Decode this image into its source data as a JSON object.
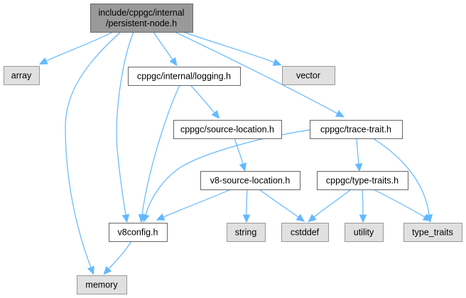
{
  "diagram": {
    "type": "include-dependency-graph",
    "root": "root",
    "nodes": {
      "root": {
        "label": [
          "include/cppgc/internal",
          "/persistent-node.h"
        ],
        "kind": "root"
      },
      "array": {
        "label": [
          "array"
        ],
        "kind": "system"
      },
      "logging": {
        "label": [
          "cppgc/internal/logging.h"
        ],
        "kind": "local"
      },
      "vector": {
        "label": [
          "vector"
        ],
        "kind": "system"
      },
      "source_location": {
        "label": [
          "cppgc/source-location.h"
        ],
        "kind": "local"
      },
      "trace_trait": {
        "label": [
          "cppgc/trace-trait.h"
        ],
        "kind": "local"
      },
      "v8_source_location": {
        "label": [
          "v8-source-location.h"
        ],
        "kind": "local"
      },
      "type_traits_h": {
        "label": [
          "cppgc/type-traits.h"
        ],
        "kind": "local"
      },
      "v8config": {
        "label": [
          "v8config.h"
        ],
        "kind": "local"
      },
      "string": {
        "label": [
          "string"
        ],
        "kind": "system"
      },
      "cstddef": {
        "label": [
          "cstddef"
        ],
        "kind": "system"
      },
      "utility": {
        "label": [
          "utility"
        ],
        "kind": "system"
      },
      "type_traits": {
        "label": [
          "type_traits"
        ],
        "kind": "system"
      },
      "memory": {
        "label": [
          "memory"
        ],
        "kind": "system"
      }
    },
    "edges": [
      {
        "from": "root",
        "to": "array"
      },
      {
        "from": "root",
        "to": "logging"
      },
      {
        "from": "root",
        "to": "vector"
      },
      {
        "from": "root",
        "to": "trace_trait"
      },
      {
        "from": "root",
        "to": "v8config"
      },
      {
        "from": "root",
        "to": "memory"
      },
      {
        "from": "logging",
        "to": "source_location"
      },
      {
        "from": "logging",
        "to": "v8config"
      },
      {
        "from": "source_location",
        "to": "v8_source_location"
      },
      {
        "from": "trace_trait",
        "to": "v8config"
      },
      {
        "from": "trace_trait",
        "to": "type_traits_h"
      },
      {
        "from": "trace_trait",
        "to": "type_traits"
      },
      {
        "from": "v8_source_location",
        "to": "v8config"
      },
      {
        "from": "v8_source_location",
        "to": "string"
      },
      {
        "from": "v8_source_location",
        "to": "cstddef"
      },
      {
        "from": "type_traits_h",
        "to": "cstddef"
      },
      {
        "from": "type_traits_h",
        "to": "utility"
      },
      {
        "from": "type_traits_h",
        "to": "type_traits"
      },
      {
        "from": "v8config",
        "to": "memory"
      }
    ],
    "colors": {
      "edge": "#63b8ff",
      "root_fill": "#999999",
      "system_fill": "#e0e0e0",
      "local_fill": "#ffffff"
    }
  }
}
